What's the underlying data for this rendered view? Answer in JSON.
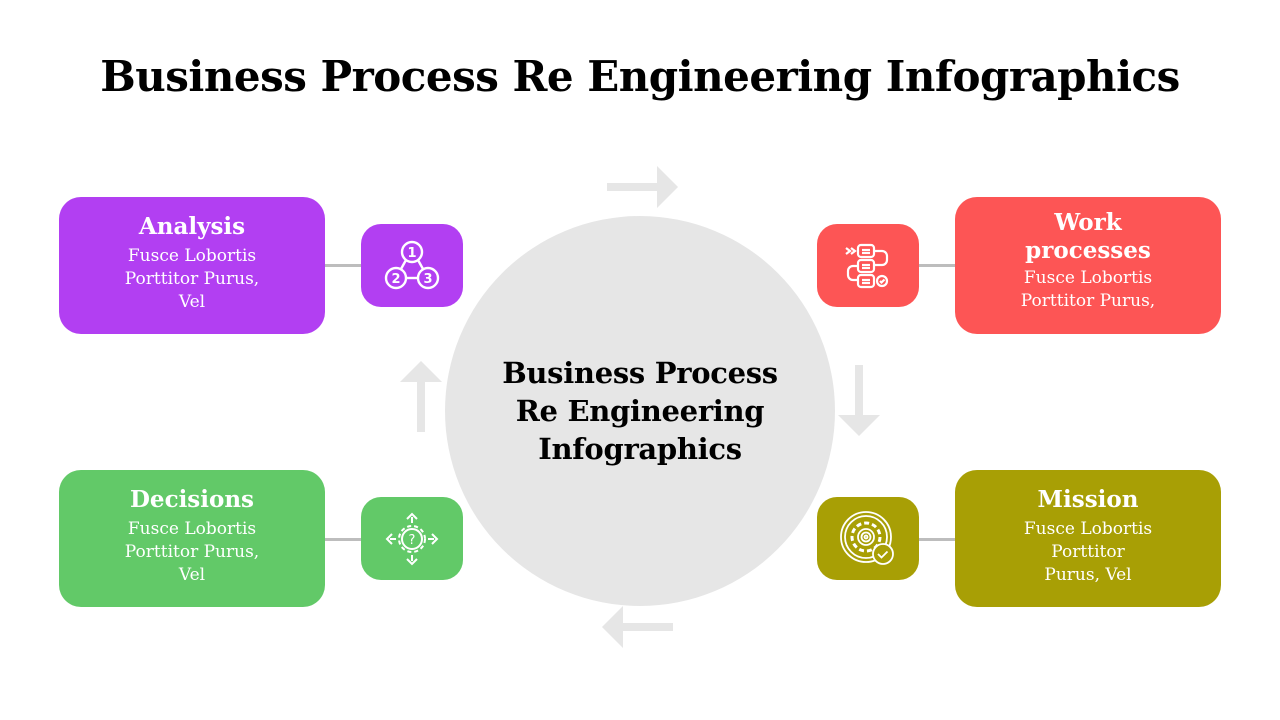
{
  "title": "Business Process Re Engineering Infographics",
  "center": {
    "line1": "Business Process",
    "line2": "Re Engineering",
    "line3": "Infographics"
  },
  "colors": {
    "analysis": "#b23ff2",
    "work": "#fd5555",
    "decisions": "#62c968",
    "mission": "#a89f05",
    "circle": "#e6e6e6",
    "arrow": "#e6e6e6",
    "connector": "#bdbdbd"
  },
  "steps": [
    {
      "title": "Analysis",
      "desc": [
        "Fusce Lobortis",
        "Porttitor Purus,",
        "Vel"
      ],
      "icon": "numbered-steps-icon"
    },
    {
      "title_lines": [
        "Work",
        "processes"
      ],
      "desc": [
        "Fusce Lobortis",
        "Porttitor Purus,"
      ],
      "icon": "workflow-icon"
    },
    {
      "title": "Decisions",
      "desc": [
        "Fusce Lobortis",
        "Porttitor Purus,",
        "Vel"
      ],
      "icon": "decision-gear-icon"
    },
    {
      "title": "Mission",
      "desc": [
        "Fusce Lobortis",
        "Porttitor",
        "Purus, Vel"
      ],
      "icon": "target-gear-check-icon"
    }
  ]
}
